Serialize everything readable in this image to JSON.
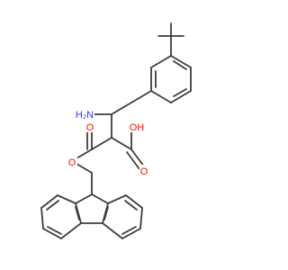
{
  "molecule": {
    "atom_labels": {
      "amine": "H₂N",
      "hydroxyl": "OH",
      "acid_carbonyl_oxygen": "O",
      "ester_carbonyl_oxygen": "O",
      "ester_oxygen": "O"
    },
    "colors": {
      "bond": "#3d3d3d",
      "nitrogen": "#3333ff",
      "oxygen": "#ff0d0d"
    }
  }
}
